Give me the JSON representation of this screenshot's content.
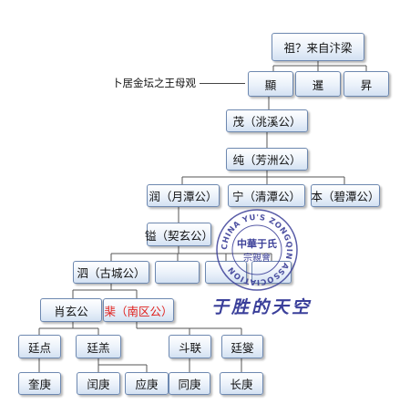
{
  "tree": {
    "root": "祖？来自汴梁",
    "gen2": [
      "顯",
      "暹",
      "昇"
    ],
    "gen3": "茂（洮溪公）",
    "gen4": "纯（芳洲公）",
    "gen5": [
      "润（月潭公）",
      "宁（清潭公）",
      "本（碧潭公）"
    ],
    "gen6": "镒（契玄公）",
    "gen7": [
      "泗（古城公）",
      "",
      "",
      ""
    ],
    "gen8": [
      "肖玄公",
      "棐（南区公）"
    ],
    "gen9": [
      "廷点",
      "廷羔",
      "斗联",
      "廷燮"
    ],
    "gen10": [
      "奎庚",
      "闰庚",
      "应庚",
      "同庚",
      "长庚"
    ]
  },
  "side_note": "卜居金坛之王母观",
  "caption": "于胜的天空",
  "seal": {
    "ring_text": "CHINA YU'S ZONGQIN ASSOCIATION",
    "center_lines": [
      "中華于氏",
      "宗親會"
    ],
    "color": "#3b3f98"
  },
  "colors": {
    "node_border": "#6d88b0",
    "connector": "#555555",
    "highlight_text": "#e0201c"
  }
}
